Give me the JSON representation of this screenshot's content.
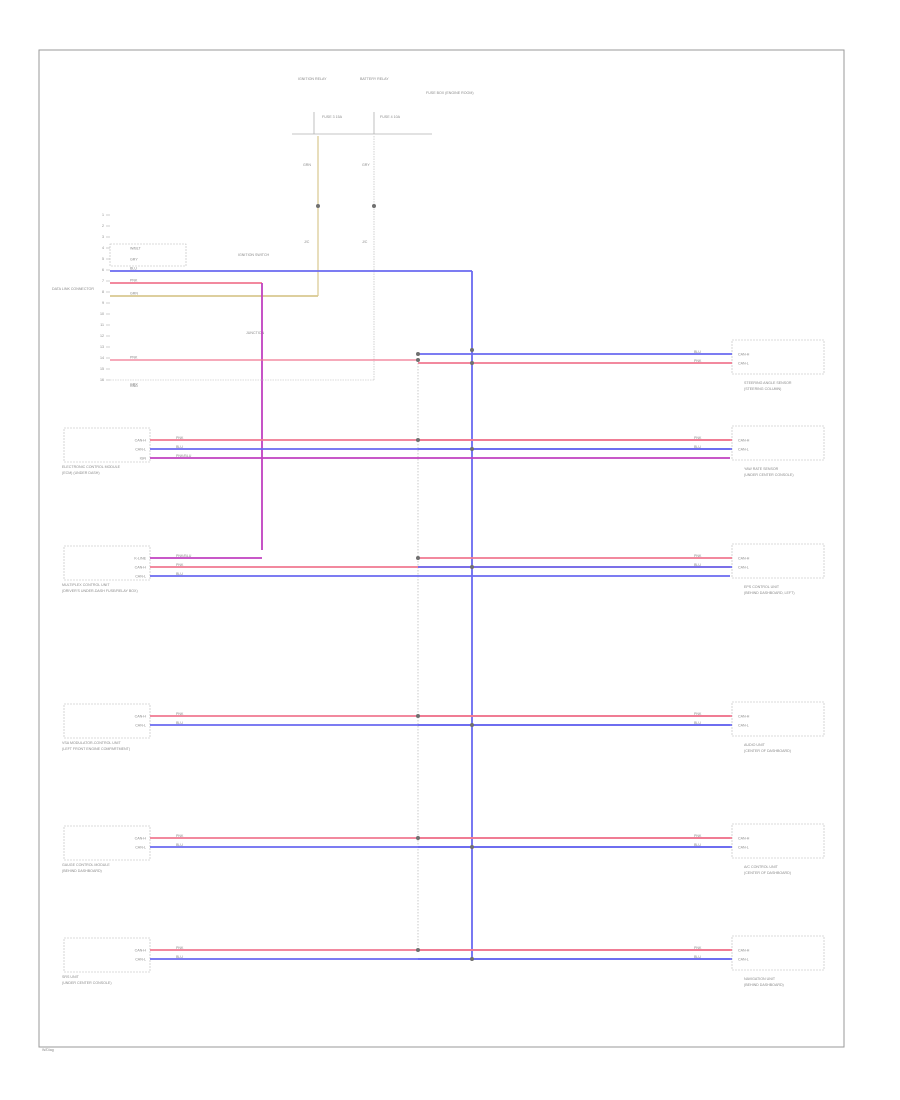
{
  "diagram": {
    "title": "",
    "page_mark": "W/Diag",
    "wire_colors": {
      "pink": "#f07890",
      "blue": "#6a6af0",
      "tan": "#d8c890",
      "magenta": "#c040c0",
      "gray": "#a8a8a8"
    },
    "top": {
      "fuse_left": "IGNITION RELAY",
      "fuse_right": "BATTERY RELAY",
      "fuse_left_note": "FUSE 3 15A",
      "fuse_right_note": "FUSE 4 10A",
      "right_note": "FUSE BOX (ENGINE ROOM)",
      "w1": "GRN",
      "w2": "GRY",
      "j1": "J/C",
      "j2": "J/C"
    },
    "dlc": {
      "label": "DATA LINK CONNECTOR",
      "pins": [
        "1",
        "2",
        "3",
        "4",
        "5",
        "6",
        "7",
        "8",
        "9",
        "10",
        "11",
        "12",
        "13",
        "14",
        "15",
        "16"
      ],
      "wire_labels": [
        "W/BLT",
        "GRY",
        "BLU",
        "PNK",
        "GRN",
        "PNK",
        "GRY"
      ],
      "note": "IGNITION SWITCH",
      "junction": "JUNCTION",
      "gnd": "GND"
    },
    "modules_left": [
      {
        "name": "ELECTRONIC CONTROL MODULE",
        "sub": "(ECM) (UNDER DASH)",
        "pins": [
          "CAN-H",
          "CAN-L",
          "IGN"
        ],
        "wires": [
          "PNK",
          "BLU",
          "PNK/BLU"
        ]
      },
      {
        "name": "MULTIPLEX CONTROL UNIT",
        "sub": "(DRIVER'S UNDER-DASH FUSE/RELAY BOX)",
        "pins": [
          "K-LINE",
          "CAN-H",
          "CAN-L"
        ],
        "wires": [
          "PNK/BLU",
          "PNK",
          "BLU"
        ]
      },
      {
        "name": "VSA MODULATOR-CONTROL UNIT",
        "sub": "(LEFT FRONT ENGINE COMPARTMENT)",
        "pins": [
          "CAN-H",
          "CAN-L"
        ],
        "wires": [
          "PNK",
          "BLU"
        ]
      },
      {
        "name": "GAUGE CONTROL MODULE",
        "sub": "(BEHIND DASHBOARD)",
        "pins": [
          "CAN-H",
          "CAN-L"
        ],
        "wires": [
          "PNK",
          "BLU"
        ]
      },
      {
        "name": "SRS UNIT",
        "sub": "(UNDER CENTER CONSOLE)",
        "pins": [
          "CAN-H",
          "CAN-L"
        ],
        "wires": [
          "PNK",
          "BLU"
        ]
      }
    ],
    "modules_right": [
      {
        "name": "STEERING ANGLE SENSOR",
        "sub": "(STEERING COLUMN)",
        "pins": [
          "CAN-H",
          "CAN-L"
        ],
        "wires": [
          "BLU",
          "PNK"
        ]
      },
      {
        "name": "YAW RATE SENSOR",
        "sub": "(UNDER CENTER CONSOLE)",
        "pins": [
          "CAN-H",
          "CAN-L"
        ],
        "wires": [
          "PNK",
          "BLU"
        ]
      },
      {
        "name": "EPS CONTROL UNIT",
        "sub": "(BEHIND DASHBOARD, LEFT)",
        "pins": [
          "CAN-H",
          "CAN-L"
        ],
        "wires": [
          "PNK",
          "BLU"
        ]
      },
      {
        "name": "AUDIO UNIT",
        "sub": "(CENTER OF DASHBOARD)",
        "pins": [
          "CAN-H",
          "CAN-L"
        ],
        "wires": [
          "PNK",
          "BLU"
        ]
      },
      {
        "name": "A/C CONTROL UNIT",
        "sub": "(CENTER OF DASHBOARD)",
        "pins": [
          "CAN-H",
          "CAN-L"
        ],
        "wires": [
          "PNK",
          "BLU"
        ]
      },
      {
        "name": "NAVIGATION UNIT",
        "sub": "(BEHIND DASHBOARD)",
        "pins": [
          "CAN-H",
          "CAN-L"
        ],
        "wires": [
          "PNK",
          "BLU"
        ]
      }
    ]
  }
}
